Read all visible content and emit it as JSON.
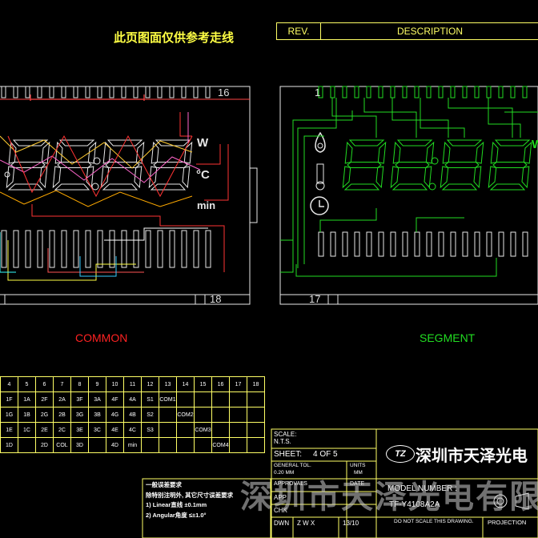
{
  "header": {
    "title_cn": "此页图面仅供参考走线",
    "rev_label": "REV.",
    "desc_label": "DESCRIPTION"
  },
  "left_view": {
    "pin_top": "16",
    "pin_bottom": "18",
    "label": "COMMON",
    "unit_w": "W",
    "unit_c": "°C",
    "unit_min": "min"
  },
  "right_view": {
    "pin_top": "1",
    "pin_bottom": "17",
    "label": "SEGMENT",
    "unit_w": "W"
  },
  "pin_table": {
    "header": [
      "4",
      "5",
      "6",
      "7",
      "8",
      "9",
      "10",
      "11",
      "12",
      "13",
      "14",
      "15",
      "16",
      "17",
      "18"
    ],
    "rows": [
      [
        "1F",
        "1A",
        "2F",
        "2A",
        "3F",
        "3A",
        "4F",
        "4A",
        "S1",
        "COM1",
        "",
        "",
        "",
        "",
        ""
      ],
      [
        "1G",
        "1B",
        "2G",
        "2B",
        "3G",
        "3B",
        "4G",
        "4B",
        "S2",
        "",
        "COM2",
        "",
        "",
        "",
        ""
      ],
      [
        "1E",
        "1C",
        "2E",
        "2C",
        "3E",
        "3C",
        "4E",
        "4C",
        "S3",
        "",
        "",
        "COM3",
        "",
        "",
        ""
      ],
      [
        "1D",
        "",
        "2D",
        "COL",
        "3D",
        "",
        "4D",
        "min",
        "",
        "",
        "",
        "",
        "COM4",
        "",
        ""
      ]
    ]
  },
  "title_block": {
    "scale_label": "SCALE:",
    "scale_value": "N.T.S.",
    "sheet_label": "SHEET:",
    "sheet_value": "4  OF  5",
    "general_tol_label": "GENERAL TOL.",
    "general_tol_value": "0.20 MM",
    "units_label": "UNITS",
    "units_value": "MM",
    "approvals_label": "APPROVALS",
    "date_label": "DATE",
    "app_label": "APP",
    "chk_label": "CHK",
    "dwn_label": "DWN",
    "dwn_value": "Z  W  X",
    "dwn_date": "13/10",
    "company_logo": "TZ",
    "company_name": "深圳市天泽光电",
    "model_label": "MODEL NUMBER :",
    "model_value": "TF-Y4108A2A",
    "do_not_scale": "DO  NOT  SCALE  THIS  DRAWING.",
    "projection": "PROJECTION"
  },
  "notes": {
    "title": "一般误差要求",
    "line1": "除特别注明外, 其它尺寸误差要求",
    "line2": "1) Linear直线 ±0.1mm",
    "line3": "2) Angular角度 ≤±1.0°"
  },
  "watermark": "深圳市天泽光电有限"
}
